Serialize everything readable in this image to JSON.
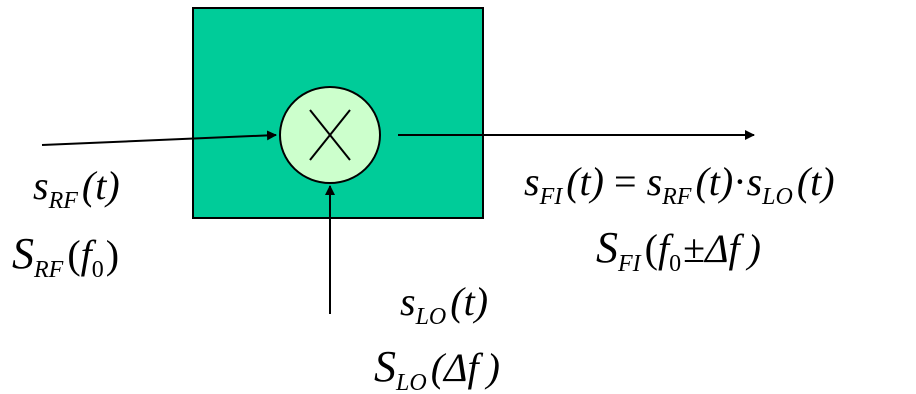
{
  "diagram": {
    "colors": {
      "mixer_box": "#00cc99",
      "mixer_circle": "#ccffcc",
      "stroke": "#000000"
    },
    "icons": {
      "multiplier": "x-cross-icon"
    },
    "rf_input": {
      "sym": "s",
      "sub": "RF",
      "arg": "(t)",
      "spec_sym": "S",
      "spec_sub": "RF",
      "spec_arg_open": "(",
      "spec_var": "f",
      "spec_var_sub": "0",
      "spec_arg_close": ")"
    },
    "lo_input": {
      "sym": "s",
      "sub": "LO",
      "arg": "(t)",
      "spec_sym": "S",
      "spec_sub": "LO",
      "spec_arg": "(Δf )"
    },
    "fi_output": {
      "sym": "s",
      "sub": "FI",
      "arg": "(t)",
      "equals": "=",
      "rhs1_sym": "s",
      "rhs1_sub": "RF",
      "rhs1_arg": "(t)",
      "dot": "·",
      "rhs2_sym": "s",
      "rhs2_sub": "LO",
      "rhs2_arg": "(t)",
      "spec_sym": "S",
      "spec_sub": "FI",
      "spec_open": "(",
      "spec_var": "f",
      "spec_var_sub": "0",
      "spec_pm": "±",
      "spec_delta": "Δf )"
    }
  }
}
